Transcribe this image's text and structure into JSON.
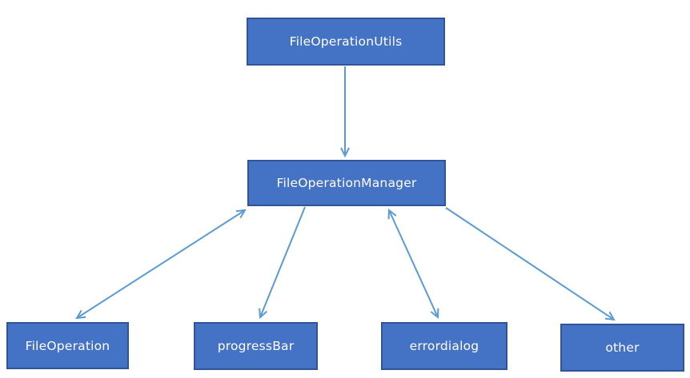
{
  "diagram": {
    "type": "hierarchy-flowchart",
    "background": "#ffffff",
    "colors": {
      "node_fill": "#4472c4",
      "node_border": "#2f5597",
      "arrow": "#5b9bd5",
      "node_text": "#ffffff"
    },
    "nodes": {
      "utils": {
        "label": "FileOperationUtils"
      },
      "manager": {
        "label": "FileOperationManager"
      },
      "fileoperation": {
        "label": "FileOperation"
      },
      "progressbar": {
        "label": "progressBar"
      },
      "errordialog": {
        "label": "errordialog"
      },
      "other": {
        "label": "other"
      }
    },
    "edges": [
      {
        "from": "FileOperationUtils",
        "to": "FileOperationManager",
        "direction": "one-way"
      },
      {
        "from": "FileOperationManager",
        "to": "FileOperation",
        "direction": "two-way"
      },
      {
        "from": "FileOperationManager",
        "to": "progressBar",
        "direction": "one-way"
      },
      {
        "from": "FileOperationManager",
        "to": "errordialog",
        "direction": "two-way"
      },
      {
        "from": "FileOperationManager",
        "to": "other",
        "direction": "one-way"
      }
    ]
  }
}
